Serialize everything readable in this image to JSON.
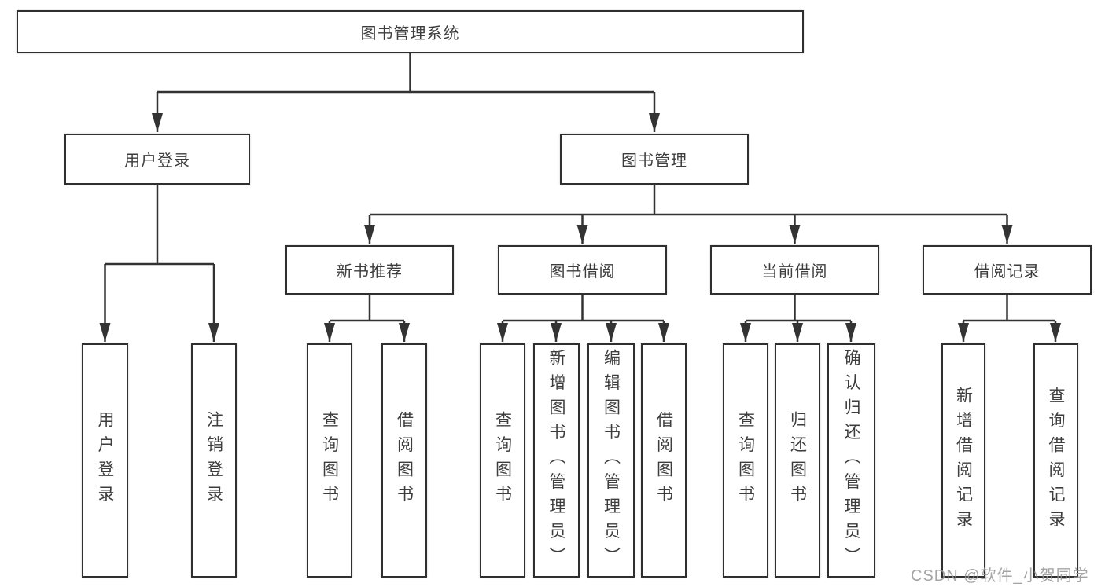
{
  "diagram": {
    "root": {
      "label": "图书管理系统"
    },
    "branches": [
      {
        "label": "用户登录",
        "children": [
          "用户登录",
          "注销登录"
        ]
      },
      {
        "label": "图书管理",
        "groups": [
          {
            "label": "新书推荐",
            "children": [
              "查询图书",
              "借阅图书"
            ]
          },
          {
            "label": "图书借阅",
            "children": [
              "查询图书",
              "新增图书（管理员）",
              "编辑图书（管理员）",
              "借阅图书"
            ]
          },
          {
            "label": "当前借阅",
            "children": [
              "查询图书",
              "归还图书",
              "确认归还（管理员）"
            ]
          },
          {
            "label": "借阅记录",
            "children": [
              "新增借阅记录",
              "查询借阅记录"
            ]
          }
        ]
      }
    ]
  },
  "watermark": "CSDN @软件_小贺同学",
  "colors": {
    "line": "#333333",
    "border": "#2f2f2f",
    "text": "#3d3d3d",
    "watermark": "#949494",
    "background": "#ffffff"
  }
}
